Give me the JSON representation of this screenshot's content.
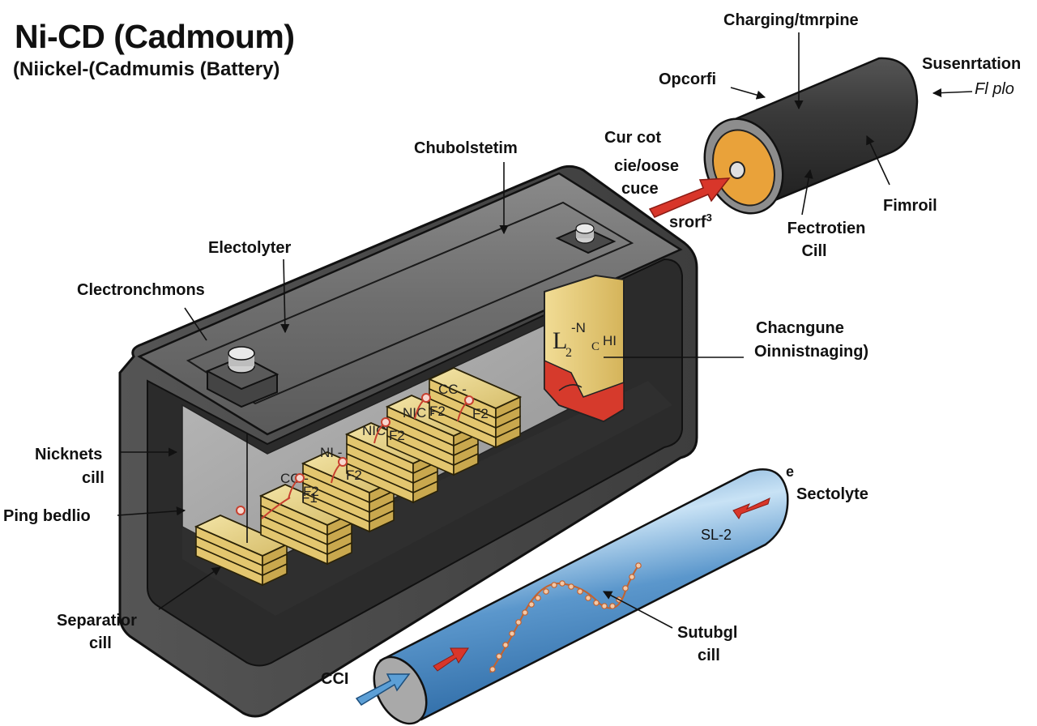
{
  "title": "Ni-CD (Cadmoum)",
  "subtitle": "(Niickel-(Cadmumis (Battery)",
  "labels": {
    "charging": "Charging/tmrpine",
    "opcorfi": "Opcorfi",
    "susenrtation": "Susenrtation",
    "fi_plo": "Fl plo",
    "chubolstetim": "Chubolstetim",
    "cur_cot": "Cur cot",
    "cie_oose": "cie/oose",
    "cuce": "cuce",
    "srorf": "srorf",
    "srorf_sup": "3",
    "fimroil": "Fimroil",
    "fectrotien": "Fectrotien",
    "fectrotien_cill": "Cill",
    "electolyter": "Electolyter",
    "clectronchmons": "Clectronchmons",
    "chacngune": "Chacngune",
    "oinnistnaging": "Oinnistnaging)",
    "nicknets": "Nicknets",
    "nicknets_cill": "cill",
    "ping_bedlio": "Ping bedlio",
    "separatior": "Separatior",
    "separatior_cill": "cill",
    "e_sup": "e",
    "sectolyte": "Sectolyte",
    "sl2": "SL-2",
    "sutubgl": "Sutubgl",
    "sutubgl_cill": "cill",
    "cci": "CCI"
  },
  "cells": [
    {
      "label": "CC -",
      "sub": "F1"
    },
    {
      "label": "CC -",
      "sub": "F2"
    },
    {
      "label": "NI -",
      "sub": "F2"
    },
    {
      "label": "NIC -",
      "sub": "F2"
    },
    {
      "label": "NIC -",
      "sub": "F2"
    },
    {
      "label": "CC -",
      "sub": "F2"
    }
  ],
  "first_cell_sub": "F1",
  "chem_block": {
    "main": "L",
    "sub": "2",
    "sup": "-N",
    "c": "C",
    "hi": "HI"
  },
  "colors": {
    "case_dark": "#3a3a3a",
    "case_mid": "#6b6b6b",
    "case_light": "#9a9a9a",
    "cell_gold": "#e8d591",
    "cell_edge": "#c9b060",
    "red": "#d8362a",
    "tube_blue": "#4a88c2",
    "tube_light": "#bcdaf0",
    "cap_orange": "#e9a23a"
  }
}
